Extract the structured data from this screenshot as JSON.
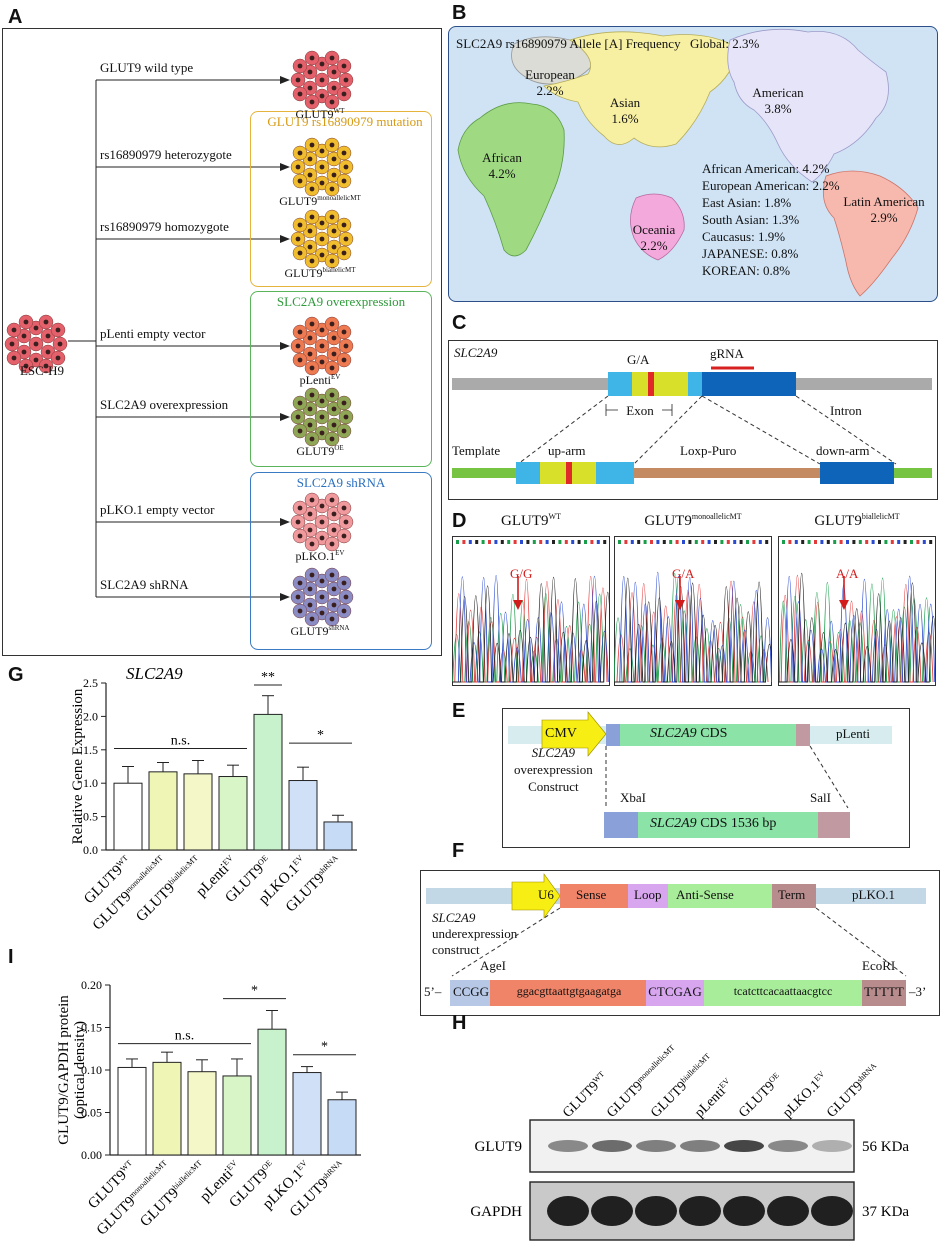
{
  "panels": {
    "a": "A",
    "b": "B",
    "c": "C",
    "d": "D",
    "e": "E",
    "f": "F",
    "g": "G",
    "h": "H",
    "i": "I"
  },
  "panelA": {
    "source": "ESC-H9",
    "groups": {
      "mutation": "GLUT9 rs16890979 mutation",
      "overexpression": "SLC2A9 overexpression",
      "shrna": "SLC2A9 shRNA"
    },
    "rows": [
      {
        "label": "GLUT9 wild type",
        "cell": "GLUT9",
        "sup": "WT",
        "color": "#e4606a"
      },
      {
        "label": "rs16890979 heterozygote",
        "cell": "GLUT9",
        "sup": "monoallelicMT",
        "color": "#f0bd2e"
      },
      {
        "label": "rs16890979 homozygote",
        "cell": "GLUT9",
        "sup": "biallelicMT",
        "color": "#f0bd2e"
      },
      {
        "label": "pLenti empty vector",
        "cell": "pLenti",
        "sup": "EV",
        "color": "#ee7a52"
      },
      {
        "label": "SLC2A9 overexpression",
        "cell": "GLUT9",
        "sup": "OE",
        "color": "#8ea655"
      },
      {
        "label": "pLKO.1 empty vector",
        "cell": "pLKO.1",
        "sup": "EV",
        "color": "#f09a9e"
      },
      {
        "label": "SLC2A9 shRNA",
        "cell": "GLUT9",
        "sup": "shRNA",
        "color": "#8a8cc3"
      }
    ]
  },
  "panelB": {
    "title": "SLC2A9 rs16890979 Allele [A] Frequency",
    "global": "Global: 2.3%",
    "regions": [
      {
        "name": "European",
        "value": "2.2%"
      },
      {
        "name": "Asian",
        "value": "1.6%"
      },
      {
        "name": "American",
        "value": "3.8%"
      },
      {
        "name": "African",
        "value": "4.2%"
      },
      {
        "name": "Oceania",
        "value": "2.2%"
      },
      {
        "name": "Latin American",
        "value": "2.9%"
      }
    ],
    "list": [
      "African American: 4.2%",
      "European American: 2.2%",
      "East Asian: 1.8%",
      "South Asian: 1.3%",
      "Caucasus: 1.9%",
      "JAPANESE: 0.8%",
      "KOREAN: 0.8%"
    ]
  },
  "panelC": {
    "gene": "SLC2A9",
    "ga": "G/A",
    "grna": "gRNA",
    "exon": "Exon",
    "intron": "Intron",
    "template": "Template",
    "uparm": "up-arm",
    "loxp": "Loxp-Puro",
    "downarm": "down-arm"
  },
  "panelD": {
    "traces": [
      {
        "title": "GLUT9",
        "sup": "WT",
        "allele": "G/G"
      },
      {
        "title": "GLUT9",
        "sup": "monoallelicMT",
        "allele": "G/A"
      },
      {
        "title": "GLUT9",
        "sup": "biallelicMT",
        "allele": "A/A"
      }
    ]
  },
  "panelE": {
    "gene": "SLC2A9",
    "line2": "overexpression",
    "line3": "Construct",
    "cmv": "CMV",
    "cds": "CDS",
    "vector": "pLenti",
    "xbai": "XbaI",
    "sali": "SalI",
    "cds2": "CDS 1536 bp"
  },
  "panelF": {
    "gene": "SLC2A9",
    "line2": "underexpression",
    "line3": "construct",
    "u6": "U6",
    "sense": "Sense",
    "loop": "Loop",
    "antisense": "Anti-Sense",
    "term": "Term",
    "vector": "pLKO.1",
    "agei": "AgeI",
    "ecori": "EcoRI",
    "p5": "5’–",
    "ccgg": "CCGG",
    "seq1": "ggacgttaattgtgaagatga",
    "ctcgag": "CTCGAG",
    "seq2": "tcatcttcacaattaacgtcc",
    "ttttt": "TTTTT",
    "p3": "–3’"
  },
  "panelH": {
    "lanes": [
      "GLUT9|WT",
      "GLUT9|monoallelicMT",
      "GLUT9|biallelicMT",
      "pLenti|EV",
      "GLUT9|OE",
      "pLKO.1|EV",
      "GLUT9|shRNA"
    ],
    "row1": "GLUT9",
    "row2": "GAPDH",
    "kda1": "56 KDa",
    "kda2": "37 KDa"
  },
  "chart_data": [
    {
      "type": "bar",
      "panel": "G",
      "title": "SLC2A9",
      "ylabel": "Relative Gene Expression",
      "ylim": [
        0,
        2.5
      ],
      "yticks": [
        "0.0",
        "0.5",
        "1.0",
        "1.5",
        "2.0",
        "2.5"
      ],
      "categories": [
        "GLUT9|WT",
        "GLUT9|monoallelicMT",
        "GLUT9|biallelicMT",
        "pLenti|EV",
        "GLUT9|OE",
        "pLKO.1|EV",
        "GLUT9|shRNA"
      ],
      "values": [
        1.0,
        1.17,
        1.14,
        1.1,
        2.03,
        1.04,
        0.42
      ],
      "errors": [
        0.25,
        0.14,
        0.2,
        0.17,
        0.28,
        0.2,
        0.1
      ],
      "colors": [
        "#ffffff",
        "#eef5b5",
        "#f4f7c8",
        "#d8f5c8",
        "#c7f2cc",
        "#cfe0f7",
        "#c6dbf5"
      ],
      "annotations": [
        {
          "text": "n.s.",
          "from": 0,
          "to": 3,
          "y": 1.52
        },
        {
          "text": "**",
          "from": 4,
          "to": 4,
          "y": 2.47
        },
        {
          "text": "*",
          "from": 5,
          "to": 6,
          "y": 1.6
        }
      ]
    },
    {
      "type": "bar",
      "panel": "I",
      "ylabel": "GLUT9/GAPDH protein\n(optical density)",
      "ylim": [
        0,
        0.2
      ],
      "yticks": [
        "0.00",
        "0.05",
        "0.10",
        "0.15",
        "0.20"
      ],
      "categories": [
        "GLUT9|WT",
        "GLUT9|monoallelicMT",
        "GLUT9|biallelicMT",
        "pLenti|EV",
        "GLUT9|OE",
        "pLKO.1|EV",
        "GLUT9|shRNA"
      ],
      "values": [
        0.103,
        0.109,
        0.098,
        0.093,
        0.148,
        0.097,
        0.065
      ],
      "errors": [
        0.01,
        0.012,
        0.014,
        0.02,
        0.022,
        0.007,
        0.009
      ],
      "colors": [
        "#ffffff",
        "#eef5b5",
        "#f4f7c8",
        "#d8f5c8",
        "#c7f2cc",
        "#cfe0f7",
        "#c6dbf5"
      ],
      "annotations": [
        {
          "text": "n.s.",
          "from": 0,
          "to": 3,
          "y": 0.131
        },
        {
          "text": "*",
          "from": 3,
          "to": 4,
          "y": 0.184
        },
        {
          "text": "*",
          "from": 5,
          "to": 6,
          "y": 0.118
        }
      ]
    }
  ]
}
